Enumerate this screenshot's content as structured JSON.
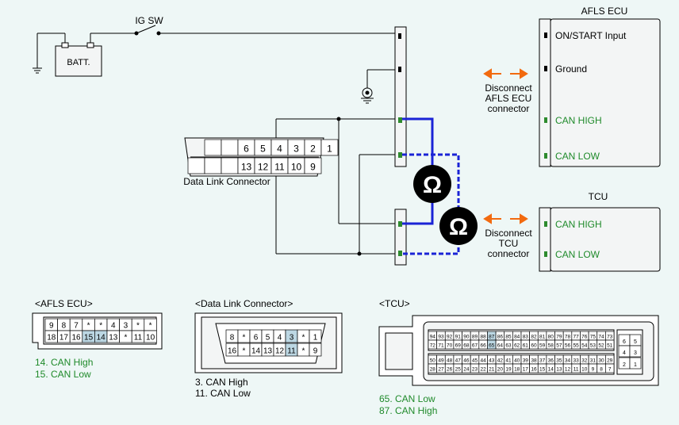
{
  "colors": {
    "background": "#eef7f6",
    "can_bus": "#1a23d6",
    "arrow": "#f26a0f",
    "pin_green": "#2e8b2e",
    "label_green": "#1f8a2a",
    "highlight": "#bcd7e3",
    "meter_fill": "#000000",
    "panel_fill": "#ffffff",
    "bg_fill": "#f3f5f5"
  },
  "top": {
    "batt_label": "BATT.",
    "ig_sw_label": "IG SW",
    "dlc_label": "Data Link Connector",
    "dlc_pins_top": [
      "",
      "",
      "6",
      "5",
      "4",
      "3",
      "2",
      "1"
    ],
    "dlc_pins_bottom": [
      "",
      "",
      "",
      "13",
      "12",
      "11",
      "10",
      "9"
    ],
    "meter_symbol": "Ω",
    "afls_title": "AFLS ECU",
    "afls_pins": [
      {
        "label": "ON/START  Input",
        "color": "black"
      },
      {
        "label": "Ground",
        "color": "black"
      },
      {
        "label": "CAN HIGH",
        "color": "green"
      },
      {
        "label": "CAN LOW",
        "color": "green"
      }
    ],
    "tcu_title": "TCU",
    "tcu_pins": [
      {
        "label": "CAN HIGH",
        "color": "green"
      },
      {
        "label": "CAN LOW",
        "color": "green"
      }
    ],
    "disconnect_afls": [
      "Disconnect",
      "AFLS ECU",
      "connector"
    ],
    "disconnect_tcu": [
      "Disconnect",
      "TCU",
      "connector"
    ]
  },
  "bottom": {
    "afls": {
      "title": "<AFLS ECU>",
      "row1": [
        "9",
        "8",
        "7",
        "*",
        "*",
        "4",
        "3",
        "*",
        "*"
      ],
      "row2": [
        "18",
        "17",
        "16",
        "15",
        "14",
        "13",
        "*",
        "11",
        "10"
      ],
      "highlight_row2": [
        3,
        4
      ],
      "notes": [
        "14. CAN High",
        "15. CAN Low"
      ]
    },
    "dlc": {
      "title": "<Data Link Connector>",
      "row1": [
        "8",
        "*",
        "6",
        "5",
        "4",
        "3",
        "*",
        "1"
      ],
      "row2": [
        "16",
        "*",
        "14",
        "13",
        "12",
        "11",
        "*",
        "9"
      ],
      "highlight_row1": [
        5
      ],
      "highlight_row2": [
        5
      ],
      "notes": [
        "3. CAN High",
        "11. CAN Low"
      ]
    },
    "tcu": {
      "title": "<TCU>",
      "row_a": [
        "94",
        "93",
        "92",
        "91",
        "90",
        "89",
        "88",
        "87",
        "86",
        "85",
        "84",
        "83",
        "82",
        "81",
        "80",
        "79",
        "78",
        "77",
        "76",
        "75",
        "74",
        "73"
      ],
      "row_b": [
        "72",
        "71",
        "70",
        "69",
        "68",
        "67",
        "66",
        "65",
        "64",
        "63",
        "62",
        "61",
        "60",
        "59",
        "58",
        "57",
        "56",
        "55",
        "54",
        "53",
        "52",
        "51"
      ],
      "row_c": [
        "50",
        "49",
        "48",
        "47",
        "46",
        "45",
        "44",
        "43",
        "42",
        "41",
        "40",
        "39",
        "38",
        "37",
        "36",
        "35",
        "34",
        "33",
        "32",
        "31",
        "30",
        "29"
      ],
      "row_d": [
        "28",
        "27",
        "26",
        "25",
        "24",
        "23",
        "22",
        "21",
        "20",
        "19",
        "18",
        "17",
        "16",
        "15",
        "14",
        "13",
        "12",
        "11",
        "10",
        "9",
        "8",
        "7"
      ],
      "highlight_a": [
        7
      ],
      "highlight_b": [
        7
      ],
      "side_top": [
        [
          "6",
          "5"
        ],
        [
          "4",
          "3"
        ]
      ],
      "side_bottom": [
        [
          "2",
          "1"
        ]
      ],
      "notes": [
        "65. CAN Low",
        "87. CAN High"
      ]
    }
  }
}
